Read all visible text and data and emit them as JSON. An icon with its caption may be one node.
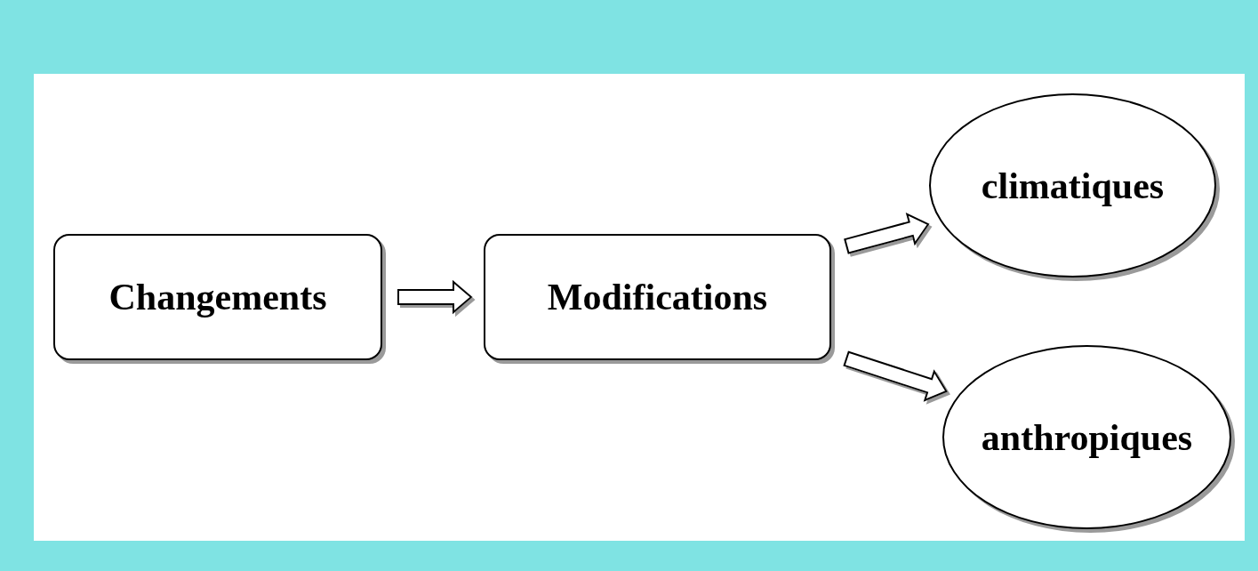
{
  "diagram": {
    "nodes": [
      {
        "text": [
          "Changements"
        ]
      },
      {
        "text": [
          "Modifications"
        ]
      },
      {
        "text": [
          "climatiques"
        ]
      },
      {
        "text": [
          "anthropiques"
        ]
      }
    ],
    "edges": [
      {
        "from": 0,
        "to": 1,
        "arrow": "to"
      },
      {
        "from": 1,
        "to": 2,
        "arrow": "to"
      },
      {
        "from": 1,
        "to": 3,
        "arrow": "to"
      }
    ]
  }
}
